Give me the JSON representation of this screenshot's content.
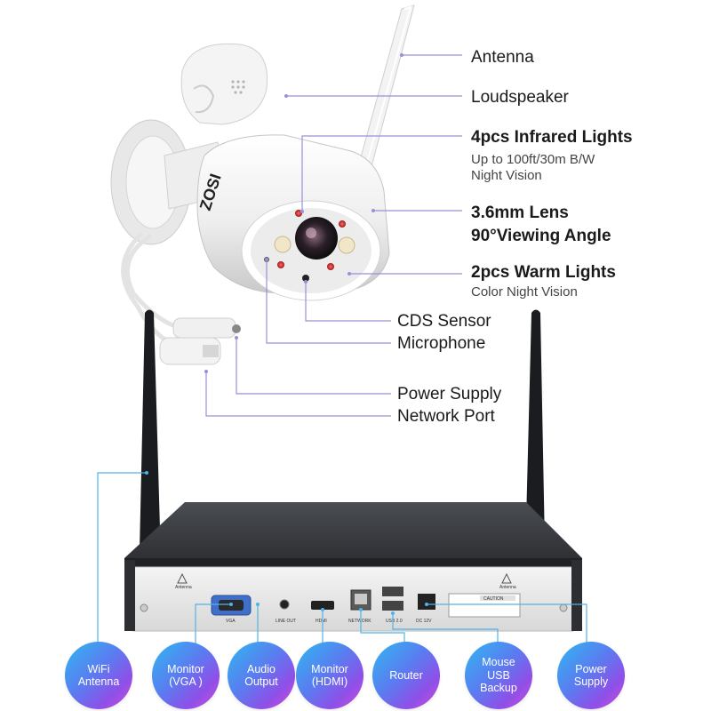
{
  "brand": "ZOSI",
  "camera_callouts": [
    {
      "id": "antenna",
      "title": "Antenna"
    },
    {
      "id": "loudspeaker",
      "title": "Loudspeaker"
    },
    {
      "id": "infrared",
      "title": "4pcs Infrared Lights",
      "sub1": "Up to 100ft/30m B/W",
      "sub2": "Night Vision"
    },
    {
      "id": "lens",
      "title": "3.6mm Lens",
      "sub1": "90°Viewing Angle"
    },
    {
      "id": "warm",
      "title": "2pcs Warm Lights",
      "sub1": "Color Night Vision"
    },
    {
      "id": "cds",
      "title": "CDS Sensor"
    },
    {
      "id": "mic",
      "title": "Microphone"
    },
    {
      "id": "power",
      "title": "Power Supply"
    },
    {
      "id": "network",
      "title": "Network Port"
    }
  ],
  "nvr_port_labels": {
    "antenna_left": "Antenna",
    "antenna_right": "Antenna",
    "vga": "VGA",
    "line_out": "LINE OUT",
    "hdmi": "HDMI",
    "network": "NETWORK",
    "usb": "USB 2.0",
    "dc": "DC 12V",
    "caution": "CAUTION"
  },
  "nvr_bubbles": [
    {
      "id": "wifi",
      "label": "WiFi\nAntenna"
    },
    {
      "id": "vga",
      "label": "Monitor\n(VGA )"
    },
    {
      "id": "audio",
      "label": "Audio\nOutput"
    },
    {
      "id": "hdmi",
      "label": "Monitor\n(HDMI)"
    },
    {
      "id": "router",
      "label": "Router"
    },
    {
      "id": "usb",
      "label": "Mouse\nUSB\nBackup"
    },
    {
      "id": "power",
      "label": "Power\nSupply"
    }
  ],
  "colors": {
    "leader_line": "#9a8fd8",
    "bubble_gradient": [
      "#2fb8f0",
      "#5a7cf0",
      "#8f4fe8",
      "#d14fd8"
    ],
    "nvr_body": "#3a3d42",
    "camera_body": "#f2f2f2"
  }
}
